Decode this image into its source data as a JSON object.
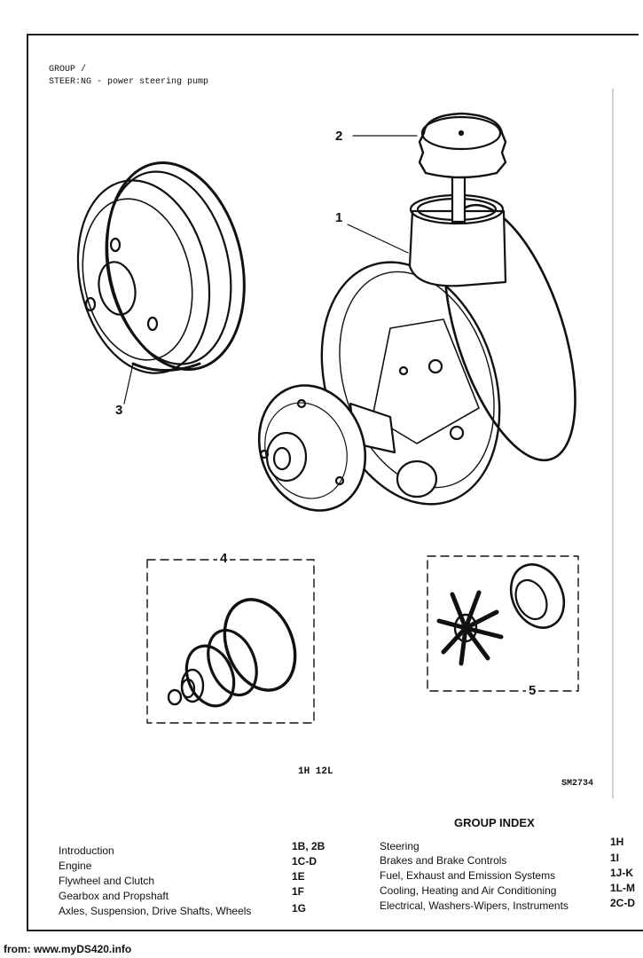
{
  "header": {
    "group": "GROUP /",
    "subtitle": "STEER:NG - power steering pump"
  },
  "callouts": [
    "1",
    "2",
    "3",
    "4",
    "5"
  ],
  "fiche_ref": "1H 12L",
  "drawing_ref": "SM2734",
  "group_index": {
    "title": "GROUP INDEX",
    "left": [
      {
        "label": "Introduction",
        "code": "1B, 2B"
      },
      {
        "label": "Engine",
        "code": "1C-D"
      },
      {
        "label": "Flywheel and Clutch",
        "code": "1E"
      },
      {
        "label": "Gearbox and Propshaft",
        "code": "1F"
      },
      {
        "label": "Axles, Suspension, Drive Shafts, Wheels",
        "code": "1G"
      }
    ],
    "right": [
      {
        "label": "Steering",
        "code": "1H"
      },
      {
        "label": "Brakes and Brake Controls",
        "code": "1I"
      },
      {
        "label": "Fuel, Exhaust and Emission Systems",
        "code": "1J-K"
      },
      {
        "label": "Cooling, Heating and Air Conditioning",
        "code": "1L-M"
      },
      {
        "label": "Electrical, Washers-Wipers, Instruments",
        "code": "2C-D"
      }
    ]
  },
  "footer": "from: www.myDS420.info"
}
